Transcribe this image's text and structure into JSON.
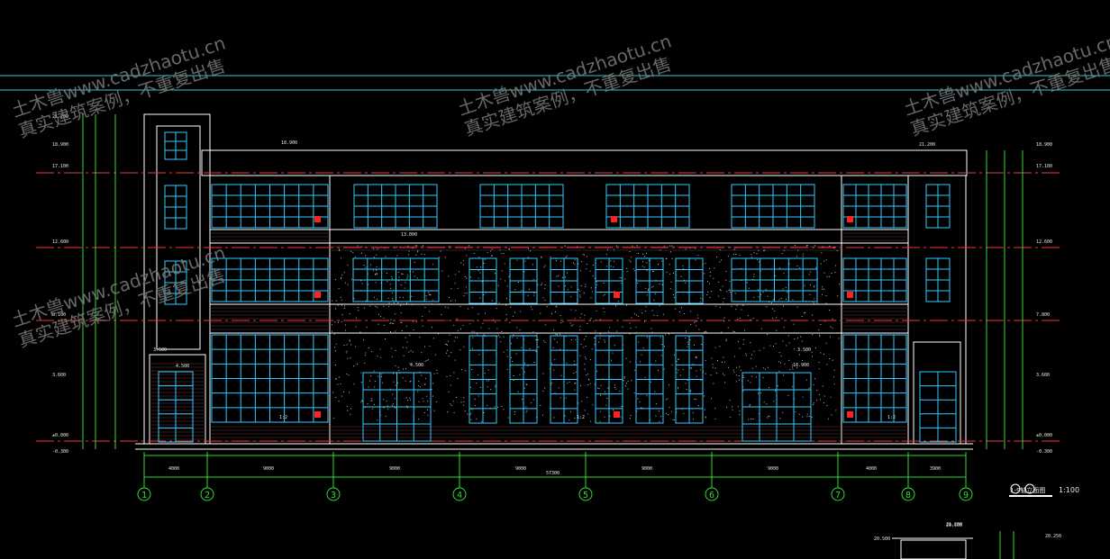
{
  "drawing": {
    "title_code": "1-9轴立面图",
    "scale": "1:100",
    "total_dim": "57300",
    "bay_dims": [
      "4000",
      "9000",
      "9000",
      "9000",
      "9000",
      "9000",
      "4000",
      "3900"
    ],
    "axes": [
      "1",
      "2",
      "3",
      "4",
      "5",
      "6",
      "7",
      "8",
      "9"
    ],
    "left_levels": [
      "21.200",
      "18.900",
      "17.100",
      "12.600",
      "8.100",
      "3.600",
      "±0.000",
      "-0.300"
    ],
    "right_levels": [
      "18.900",
      "17.100",
      "12.600",
      "7.800",
      "3.600",
      "±0.000",
      "-0.300"
    ],
    "roof_labels": [
      "18.900",
      "13.000",
      "3.500",
      "4.500",
      "4.500",
      "3.500",
      "18.900",
      "21.200",
      "20.500"
    ],
    "misc_labels": [
      "1:2",
      "1:2",
      "1:2"
    ],
    "bottom_labels": [
      "21.200",
      "20.500",
      "20.250"
    ]
  },
  "watermark": {
    "line1": "土木兽www.cadzhaotu.cn",
    "line2": "真实建筑案例，不重复出售"
  },
  "colors": {
    "background": "#000000",
    "outline": "#ffffff",
    "window": "#33ccff",
    "dim": "#33dd33",
    "axis_red": "#ff3333",
    "cyan_line": "#33cccc"
  }
}
